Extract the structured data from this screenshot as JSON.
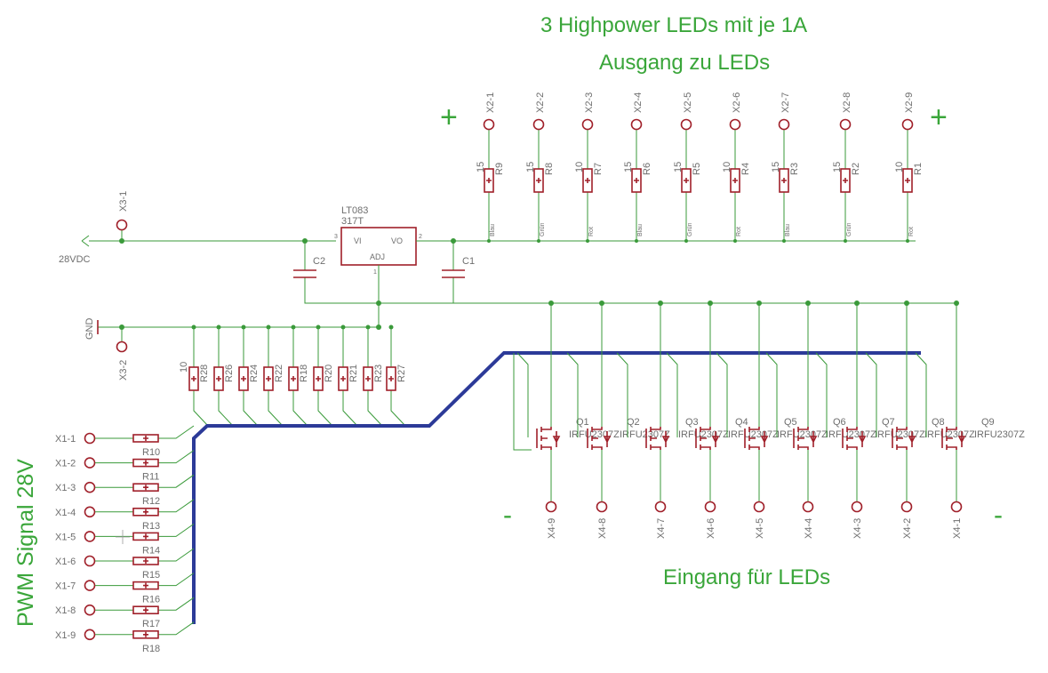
{
  "texts": {
    "title": "3 Highpower LEDs mit je 1A",
    "out_label": "Ausgang zu LEDs",
    "in_label": "Eingang für LEDs",
    "pwm_label": "PWM Signal 28V",
    "plus": "+",
    "minus": "-"
  },
  "supply": {
    "voltage_label": "28VDC",
    "gnd_label": "GND",
    "x3_1": "X3-1",
    "x3_2": "X3-2"
  },
  "regulator": {
    "name": "LT083",
    "value": "317T",
    "pin_vi": "VI",
    "pin_vo": "VO",
    "pin_adj": "ADJ",
    "pin3": "3",
    "pin2": "2",
    "pin1": "1"
  },
  "capacitors": [
    "C2",
    "C1"
  ],
  "led_outputs": [
    {
      "conn": "X2-1",
      "res": "R9",
      "val": "15",
      "color": "Blau"
    },
    {
      "conn": "X2-2",
      "res": "R8",
      "val": "15",
      "color": "Grün"
    },
    {
      "conn": "X2-3",
      "res": "R7",
      "val": "10",
      "color": "Rot"
    },
    {
      "conn": "X2-4",
      "res": "R6",
      "val": "15",
      "color": "Blau"
    },
    {
      "conn": "X2-5",
      "res": "R5",
      "val": "15",
      "color": "Grün"
    },
    {
      "conn": "X2-6",
      "res": "R4",
      "val": "10",
      "color": "Rot"
    },
    {
      "conn": "X2-7",
      "res": "R3",
      "val": "15",
      "color": "Blau"
    },
    {
      "conn": "X2-8",
      "res": "R2",
      "val": "15",
      "color": "Grün"
    },
    {
      "conn": "X2-9",
      "res": "R1",
      "val": "10",
      "color": "Rot"
    }
  ],
  "pulldowns": {
    "first_value": "10",
    "labels": [
      "R28",
      "R26",
      "R24",
      "R22",
      "R18",
      "R20",
      "R21",
      "R23",
      "R27"
    ]
  },
  "mosfets": {
    "names": [
      "Q1",
      "Q2",
      "Q3",
      "Q4",
      "Q5",
      "Q6",
      "Q7",
      "Q8",
      "Q9"
    ],
    "part": "IRFU2307Z",
    "conns": [
      "X4-9",
      "X4-8",
      "X4-7",
      "X4-6",
      "X4-5",
      "X4-4",
      "X4-3",
      "X4-2",
      "X4-1"
    ]
  },
  "pwm_inputs": [
    {
      "conn": "X1-1",
      "res": "R10"
    },
    {
      "conn": "X1-2",
      "res": "R11"
    },
    {
      "conn": "X1-3",
      "res": "R12"
    },
    {
      "conn": "X1-4",
      "res": "R13"
    },
    {
      "conn": "X1-5",
      "res": "R14"
    },
    {
      "conn": "X1-6",
      "res": "R15"
    },
    {
      "conn": "X1-7",
      "res": "R16"
    },
    {
      "conn": "X1-8",
      "res": "R17"
    },
    {
      "conn": "X1-9",
      "res": "R18"
    }
  ]
}
